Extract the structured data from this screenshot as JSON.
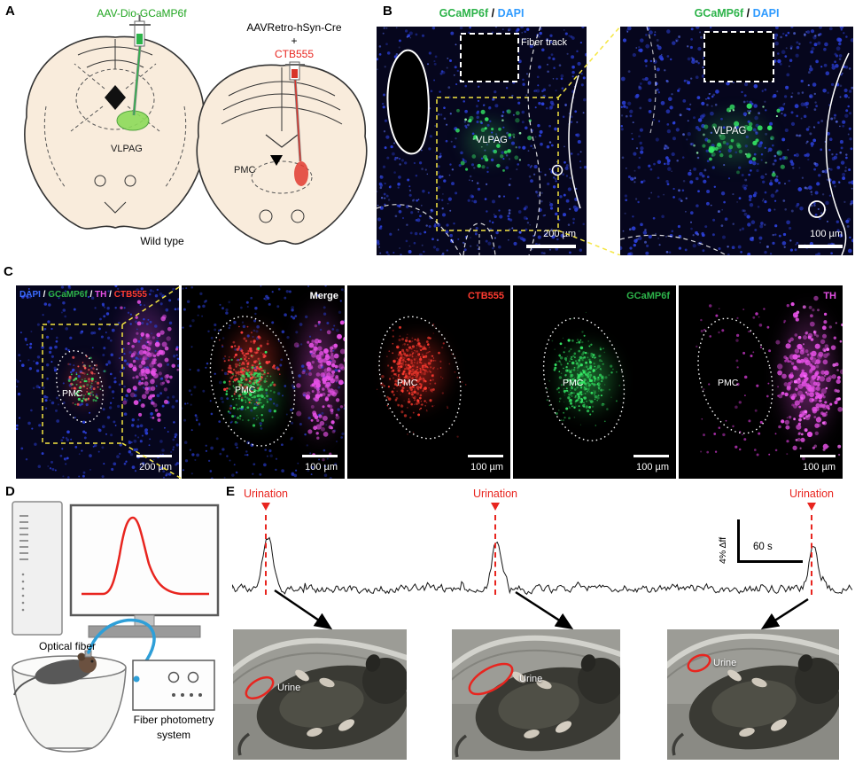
{
  "colors": {
    "gcamp_green": "#2db34a",
    "dapi_blue": "#2f9bff",
    "th_magenta": "#e650e6",
    "ctb_red": "#e8251f",
    "zoom_yellow": "#f5e642"
  },
  "panelA": {
    "label": "A",
    "injection_left": "AAV-Dio-GCaMP6f",
    "injection_right_line1": "AAVRetro-hSyn-Cre",
    "injection_right_plus": "+",
    "injection_right_line2": "CTB555",
    "region_left": "VLPAG",
    "region_right": "PMC",
    "mouse_line": "Wild type"
  },
  "panelB": {
    "label": "B",
    "header": {
      "gcamp": "GCaMP6f",
      "sep": " / ",
      "dapi": "DAPI"
    },
    "left": {
      "fiber_track": "Fiber track",
      "region": "VLPAG",
      "scale": "200 µm"
    },
    "right": {
      "region": "VLPAG",
      "scale": "100 µm"
    }
  },
  "panelC": {
    "label": "C",
    "header": {
      "dapi": "DAPI",
      "sep": " / ",
      "gcamp": "GCaMP6f",
      "th": "TH",
      "ctb": "CTB555"
    },
    "region": "PMC",
    "images": [
      {
        "scale": "200 µm"
      },
      {
        "title": "Merge",
        "scale": "100 µm"
      },
      {
        "title": "CTB555",
        "scale": "100 µm"
      },
      {
        "title": "GCaMP6f",
        "scale": "100 µm"
      },
      {
        "title": "TH",
        "scale": "100 µm"
      }
    ]
  },
  "panelD": {
    "label": "D",
    "optical_fiber": "Optical fiber",
    "system_line1": "Fiber photometry",
    "system_line2": "system"
  },
  "panelE": {
    "label": "E",
    "urination": "Urination",
    "scale_y": "4% Δff",
    "scale_x": "60 s",
    "urine": "Urine"
  }
}
